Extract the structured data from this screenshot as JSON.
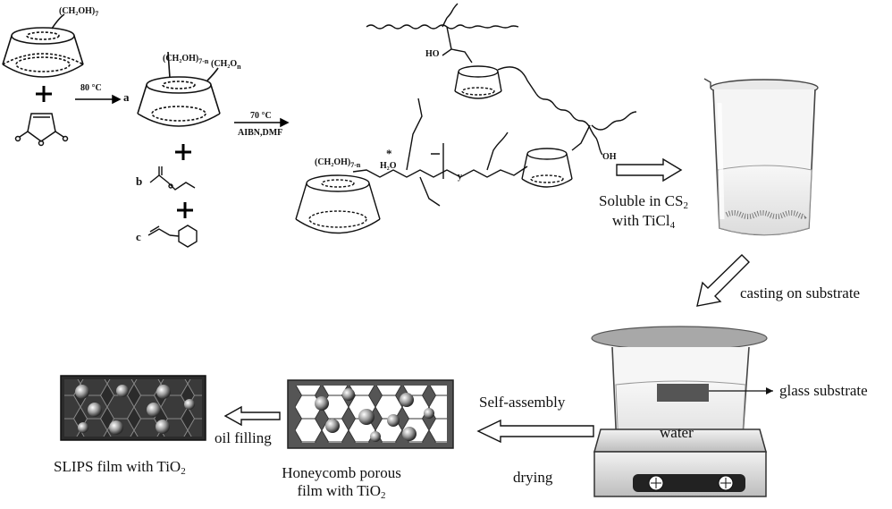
{
  "synthesis": {
    "cd_substituent": "(CH₂OH)",
    "cd_substituent_count": "7",
    "step1_condition": "80 °C",
    "compound_a_label": "a",
    "compound_a_hydroxy": "(CH₂OH)",
    "compound_a_hydroxy_count": "7-n",
    "compound_a_ester": "(CH₂O",
    "compound_a_ester_count": "n",
    "plus_sign": "+",
    "step2_temperature": "70 °C",
    "step2_reagents": "AIBN,DMF",
    "compound_b_label": "b",
    "compound_c_label": "c",
    "polymer_hydroxy": "(CH₂OH)",
    "polymer_hydroxy_count": "7-n",
    "polymer_y": "y",
    "polymer_ch2o": "H₂O",
    "polymer_ho": "HO",
    "polymer_oh": "OH",
    "polymer_star": "*"
  },
  "solution": {
    "text_line1_main": "Soluble in CS",
    "text_line1_sub": "2",
    "text_line2_main": "with TiCl",
    "text_line2_sub": "4"
  },
  "process": {
    "casting_label": "casting on substrate",
    "glass_label": "glass substrate",
    "water_label": "water",
    "self_assembly_label": "Self-assembly",
    "drying_label": "drying",
    "oil_filling_label": "oil filling"
  },
  "films": {
    "honeycomb_line1": "Honeycomb porous",
    "honeycomb_line2_main": "film with TiO",
    "honeycomb_line2_sub": "2",
    "slips_main": "SLIPS film with TiO",
    "slips_sub": "2"
  }
}
